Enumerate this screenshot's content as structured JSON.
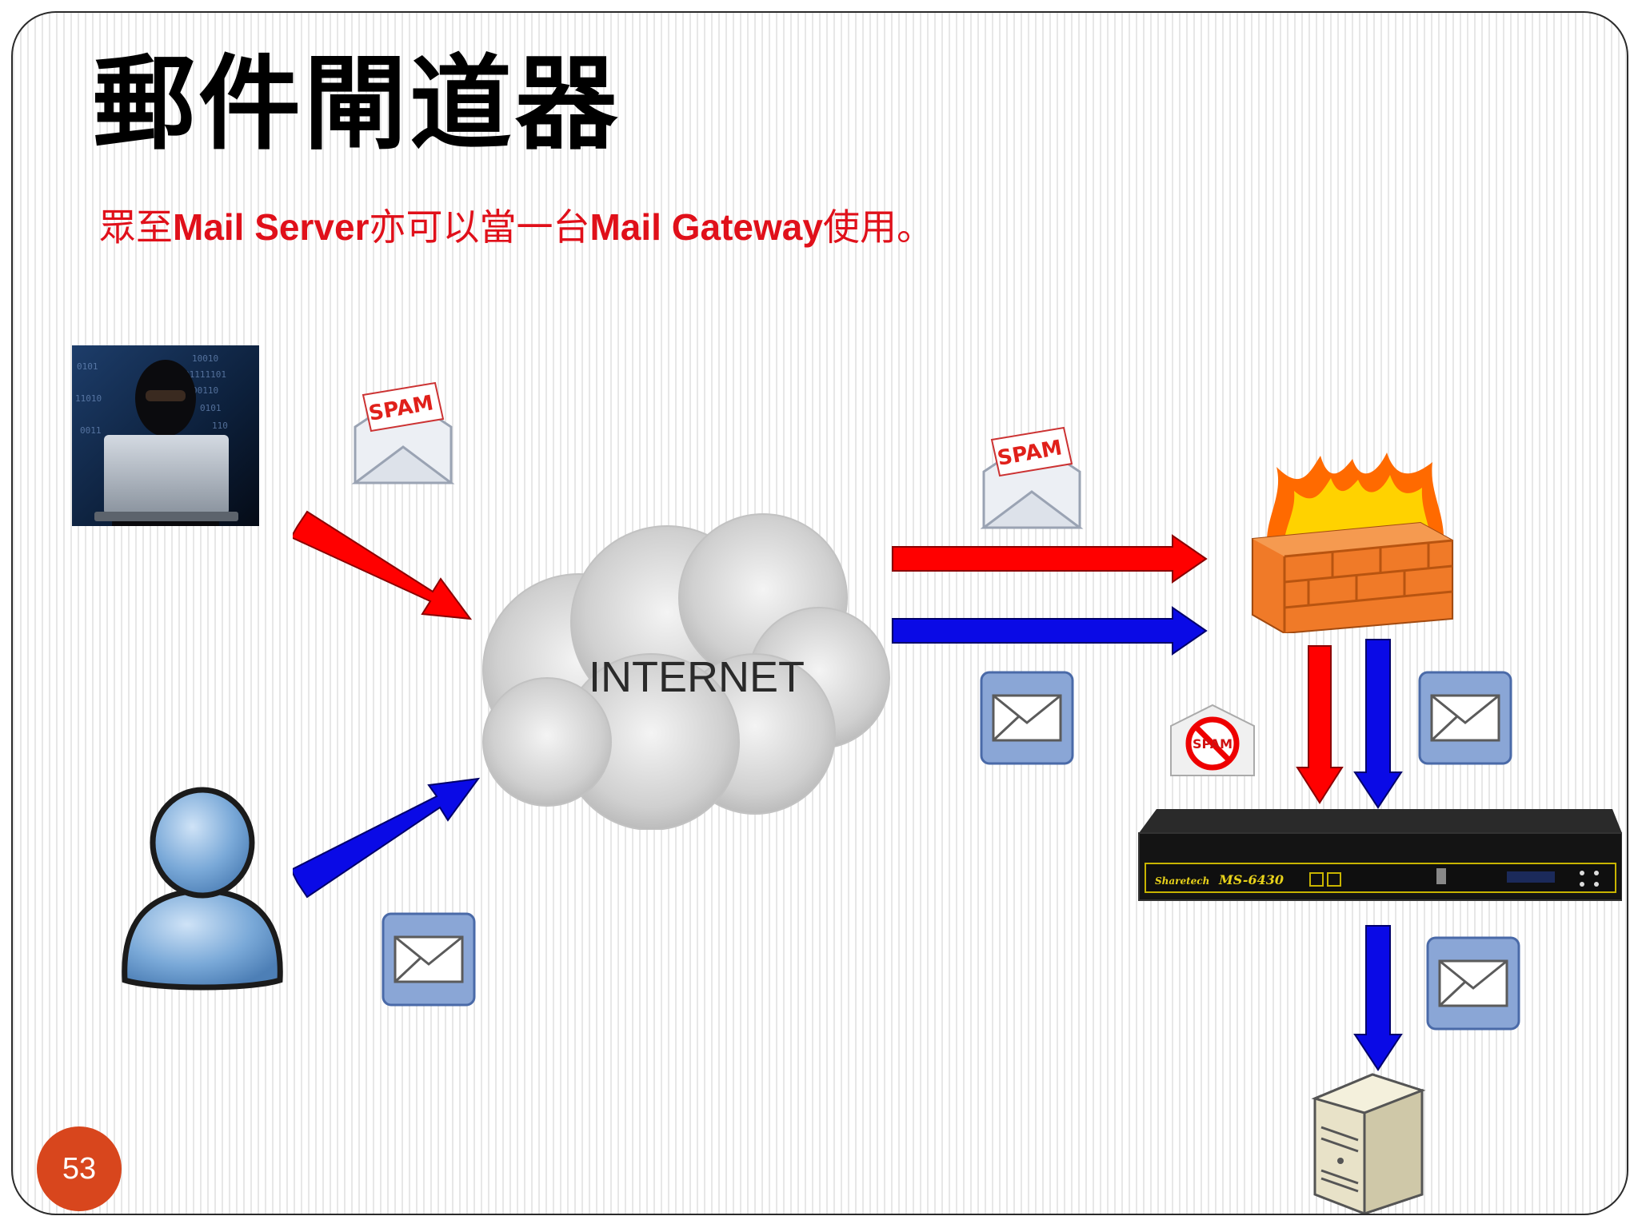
{
  "title": "郵件閘道器",
  "subtitle": {
    "part1": "眾至",
    "part2": "Mail Server",
    "part3": "亦可以當一台",
    "part4": "Mail Gateway",
    "part5": "使用。"
  },
  "cloud_label": "INTERNET",
  "spam_label": "SPAM",
  "device_brand": "Sharetech",
  "device_model": "MS-6430",
  "page_number": "53",
  "colors": {
    "title": "#000000",
    "subtitle": "#e0101a",
    "spam_arrow": "#ff0000",
    "mail_arrow": "#0a0ae6",
    "page_badge": "#d8461d",
    "envelope": "#8aa6d6"
  },
  "icons": [
    "hacker-photo",
    "spam-envelope-icon",
    "internet-cloud",
    "firewall-icon",
    "mail-icon",
    "no-spam-icon",
    "user-icon",
    "mail-gateway-device",
    "mail-server-icon"
  ]
}
